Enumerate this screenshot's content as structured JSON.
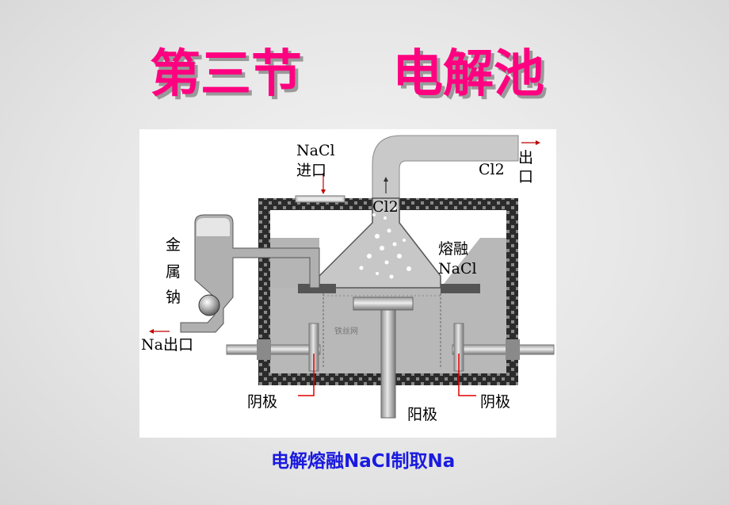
{
  "slide": {
    "title_part1": "第三节",
    "title_part2": "电解池",
    "title_color": "#ff0080",
    "caption": "电解熔融NaCl制取Na",
    "caption_color": "#1a1ae0"
  },
  "diagram": {
    "labels": {
      "nacl_inlet_line1": "NaCl",
      "nacl_inlet_line2": "进口",
      "cl2_rising": "Cl2",
      "cl2_outlet_formula": "Cl2",
      "cl2_outlet_char1": "出",
      "cl2_outlet_char2": "口",
      "molten_line1": "熔融",
      "molten_line2": "NaCl",
      "metal_sodium_char1": "金",
      "metal_sodium_char2": "属",
      "metal_sodium_char3": "钠",
      "na_outlet": "Na出口",
      "wire_mesh": "铁丝网",
      "cathode_left": "阴极",
      "anode": "阳极",
      "cathode_right": "阴极"
    },
    "icons": [
      "arrow-up-icon",
      "arrow-right-icon",
      "arrow-left-icon",
      "arrow-down-icon"
    ]
  }
}
